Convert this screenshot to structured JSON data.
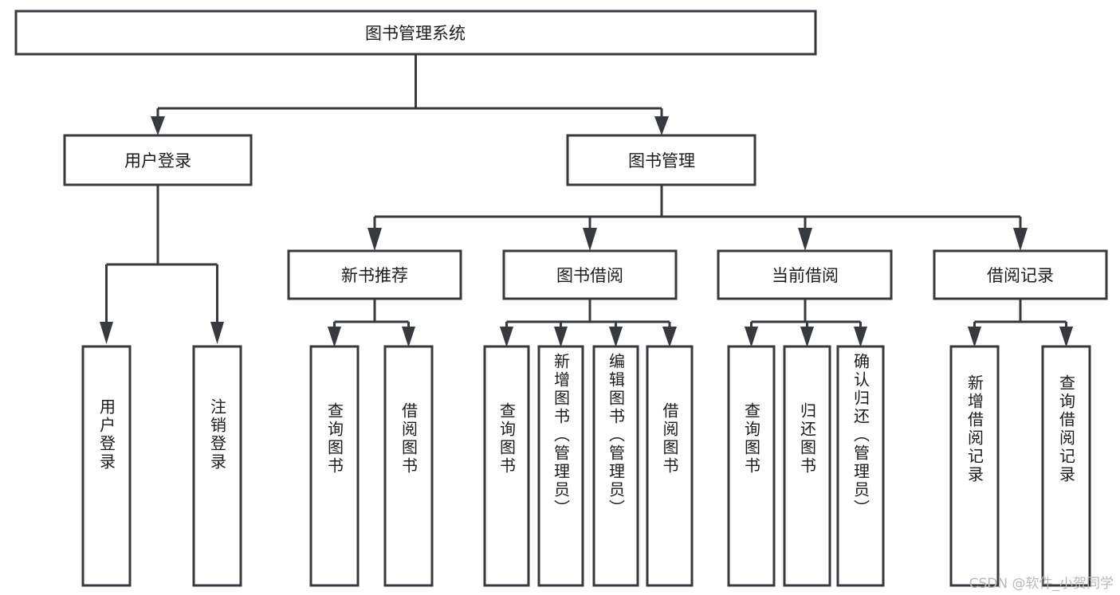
{
  "diagram": {
    "type": "tree-hierarchy",
    "title": "图书管理系统",
    "colors": {
      "box_stroke": "#36393d",
      "box_fill": "#ffffff",
      "connector": "#36393d",
      "text": "#1b1b1b",
      "watermark": "#b9b9b9",
      "background": "#ffffff"
    },
    "root": {
      "label": "图书管理系统"
    },
    "level2": [
      {
        "label": "用户登录"
      },
      {
        "label": "图书管理"
      }
    ],
    "level3": [
      {
        "label": "新书推荐"
      },
      {
        "label": "图书借阅"
      },
      {
        "label": "当前借阅"
      },
      {
        "label": "借阅记录"
      }
    ],
    "leaves": {
      "user_login": [
        {
          "label": "用户登录"
        },
        {
          "label": "注销登录"
        }
      ],
      "new_book_recommend": [
        {
          "label": "查询图书"
        },
        {
          "label": "借阅图书"
        }
      ],
      "book_borrow": [
        {
          "label": "查询图书"
        },
        {
          "label": "新增图书（管理员）"
        },
        {
          "label": "编辑图书（管理员）"
        },
        {
          "label": "借阅图书"
        }
      ],
      "current_borrow": [
        {
          "label": "查询图书"
        },
        {
          "label": "归还图书"
        },
        {
          "label": "确认归还（管理员）"
        }
      ],
      "borrow_record": [
        {
          "label": "新增借阅记录"
        },
        {
          "label": "查询借阅记录"
        }
      ]
    }
  },
  "watermark": {
    "text": "CSDN @软件_小贺同学"
  }
}
